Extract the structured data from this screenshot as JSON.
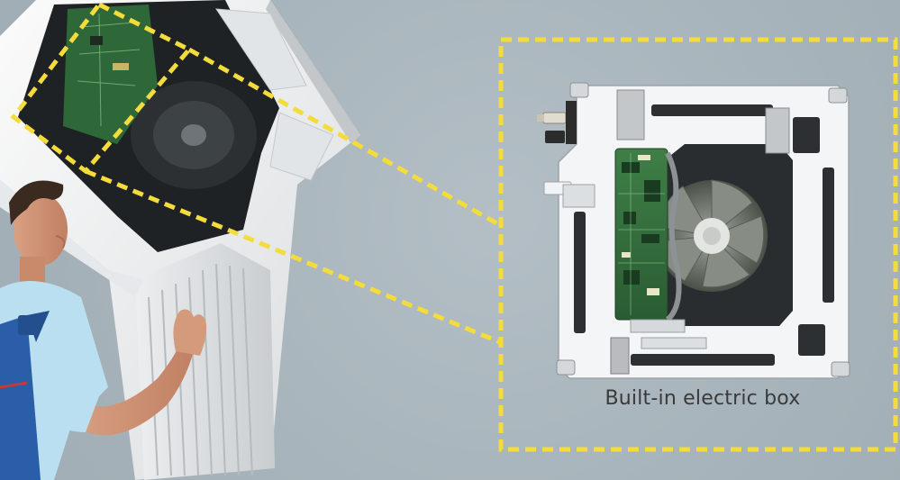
{
  "caption": {
    "text": "Built-in electric box"
  },
  "colors": {
    "background": "#aab6bd",
    "highlight_dash": "#f3dc3b",
    "pcb_green": "#2e6b3a",
    "unit_white": "#f4f5f6",
    "fan_dark": "#2d3032",
    "uniform_blue": "#2a5ea8",
    "shirt_light_blue": "#b9dff0"
  },
  "icons": {
    "callout": "dashed-callout-box",
    "unit": "cassette-ac-unit",
    "fan": "centrifugal-fan-icon",
    "board": "circuit-board-icon"
  }
}
